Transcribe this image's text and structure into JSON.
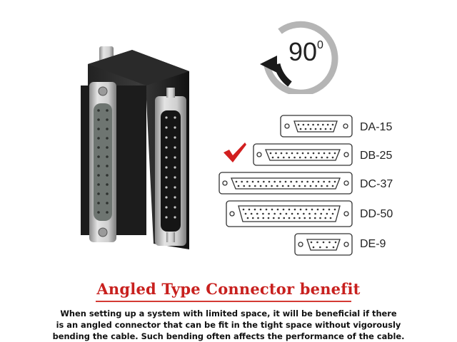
{
  "angle": {
    "value": "90",
    "superscript": "0"
  },
  "connectors": [
    {
      "label": "DA-15",
      "selected": false
    },
    {
      "label": "DB-25",
      "selected": true
    },
    {
      "label": "DC-37",
      "selected": false
    },
    {
      "label": "DD-50",
      "selected": false
    },
    {
      "label": "DE-9",
      "selected": false
    }
  ],
  "headline": "Angled Type Connector benefit",
  "description": {
    "line1": "When setting up a system with limited space, it will be beneficial if there",
    "line2": "is an angled connector that can be fit in the tight space without vigorously",
    "line3": "bending the cable. Such bending often affects the performance of the cable."
  },
  "colors": {
    "accent": "#c8201e",
    "check": "#d21f1f",
    "arrow": "#1a1a1a",
    "ring": "#b5b5b5"
  }
}
